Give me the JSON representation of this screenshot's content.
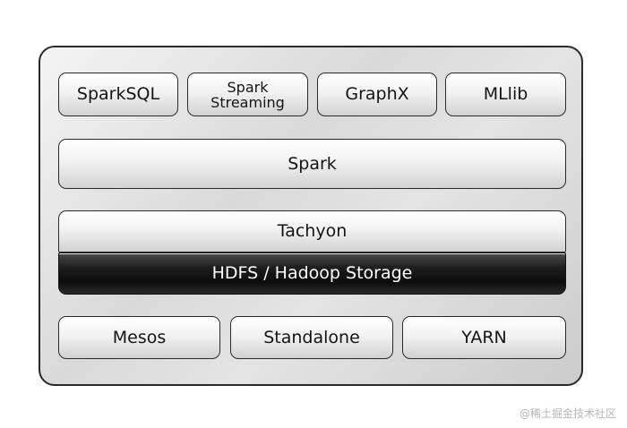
{
  "diagram": {
    "top_row": [
      {
        "line1": "SparkSQL"
      },
      {
        "line1": "Spark",
        "line2": "Streaming"
      },
      {
        "line1": "GraphX"
      },
      {
        "line1": "MLlib"
      }
    ],
    "core": "Spark",
    "storage_upper": "Tachyon",
    "storage_lower": "HDFS / Hadoop Storage",
    "bottom_row": [
      "Mesos",
      "Standalone",
      "YARN"
    ]
  },
  "watermark": "@稀土掘金技术社区",
  "colors": {
    "frame_border": "#2a2a2a",
    "block_fill_light": "#f2f2f2",
    "block_fill_dark": "#111111",
    "dark_text": "#ffffff"
  }
}
